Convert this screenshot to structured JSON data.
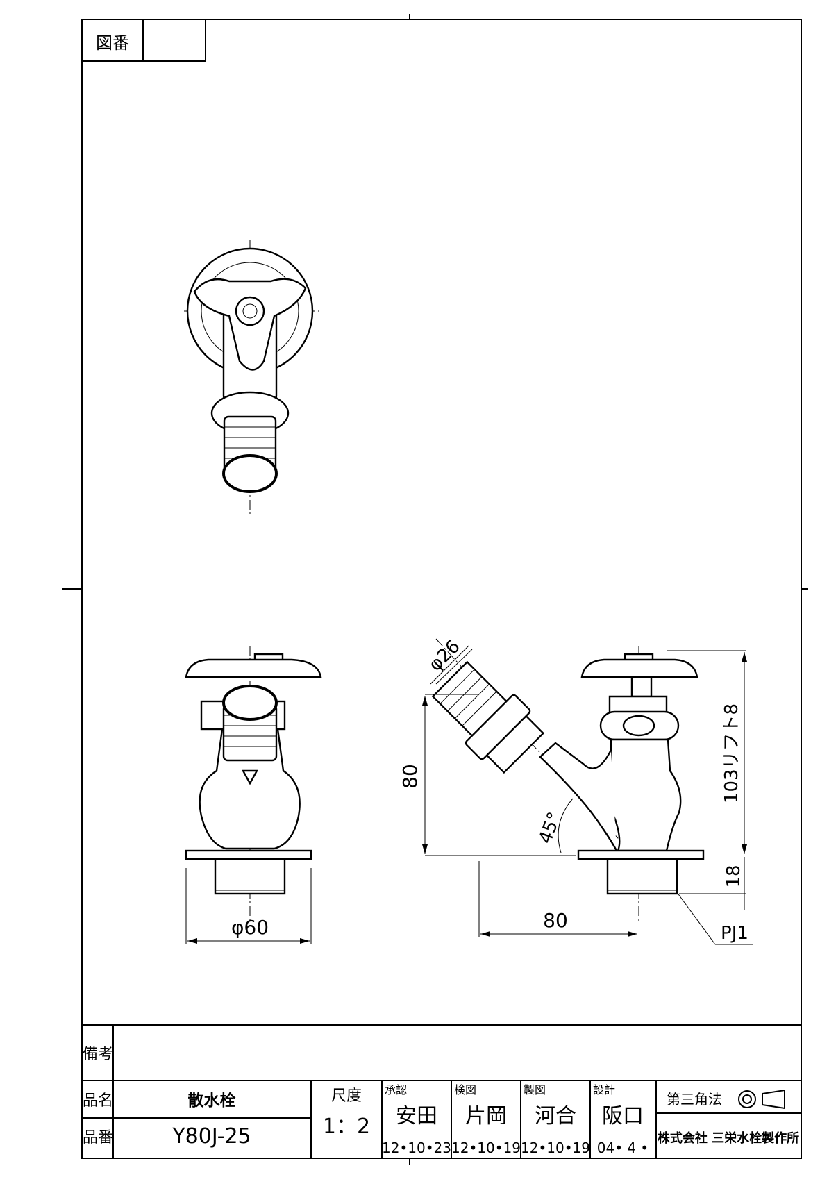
{
  "drawing_number_label": "図番",
  "drawing_number_value": "",
  "dimensions": {
    "d26": "φ26",
    "d60": "φ60",
    "h80": "80",
    "w80": "80",
    "angle": "45°",
    "height_lift": "103リフト8",
    "thread_len": "18",
    "thread": "PJ1"
  },
  "title_block": {
    "remarks_label": "備考",
    "remarks_value": "",
    "name_label": "品名",
    "name_value": "散水栓",
    "part_no_label": "品番",
    "part_no_value": "Y80J-25",
    "scale_label": "尺度",
    "scale_value": "1：2",
    "approval_label": "承認",
    "approval_name": "安田",
    "approval_date": "12•10•23",
    "check_label": "検図",
    "check_name": "片岡",
    "check_date": "12•10•19",
    "drafting_label": "製図",
    "drafting_name": "河合",
    "drafting_date": "12•10•19",
    "design_label": "設計",
    "design_name": "阪口",
    "design_date": "04• 4 •",
    "projection_label": "第三角法",
    "company": "株式会社 三栄水栓製作所"
  }
}
